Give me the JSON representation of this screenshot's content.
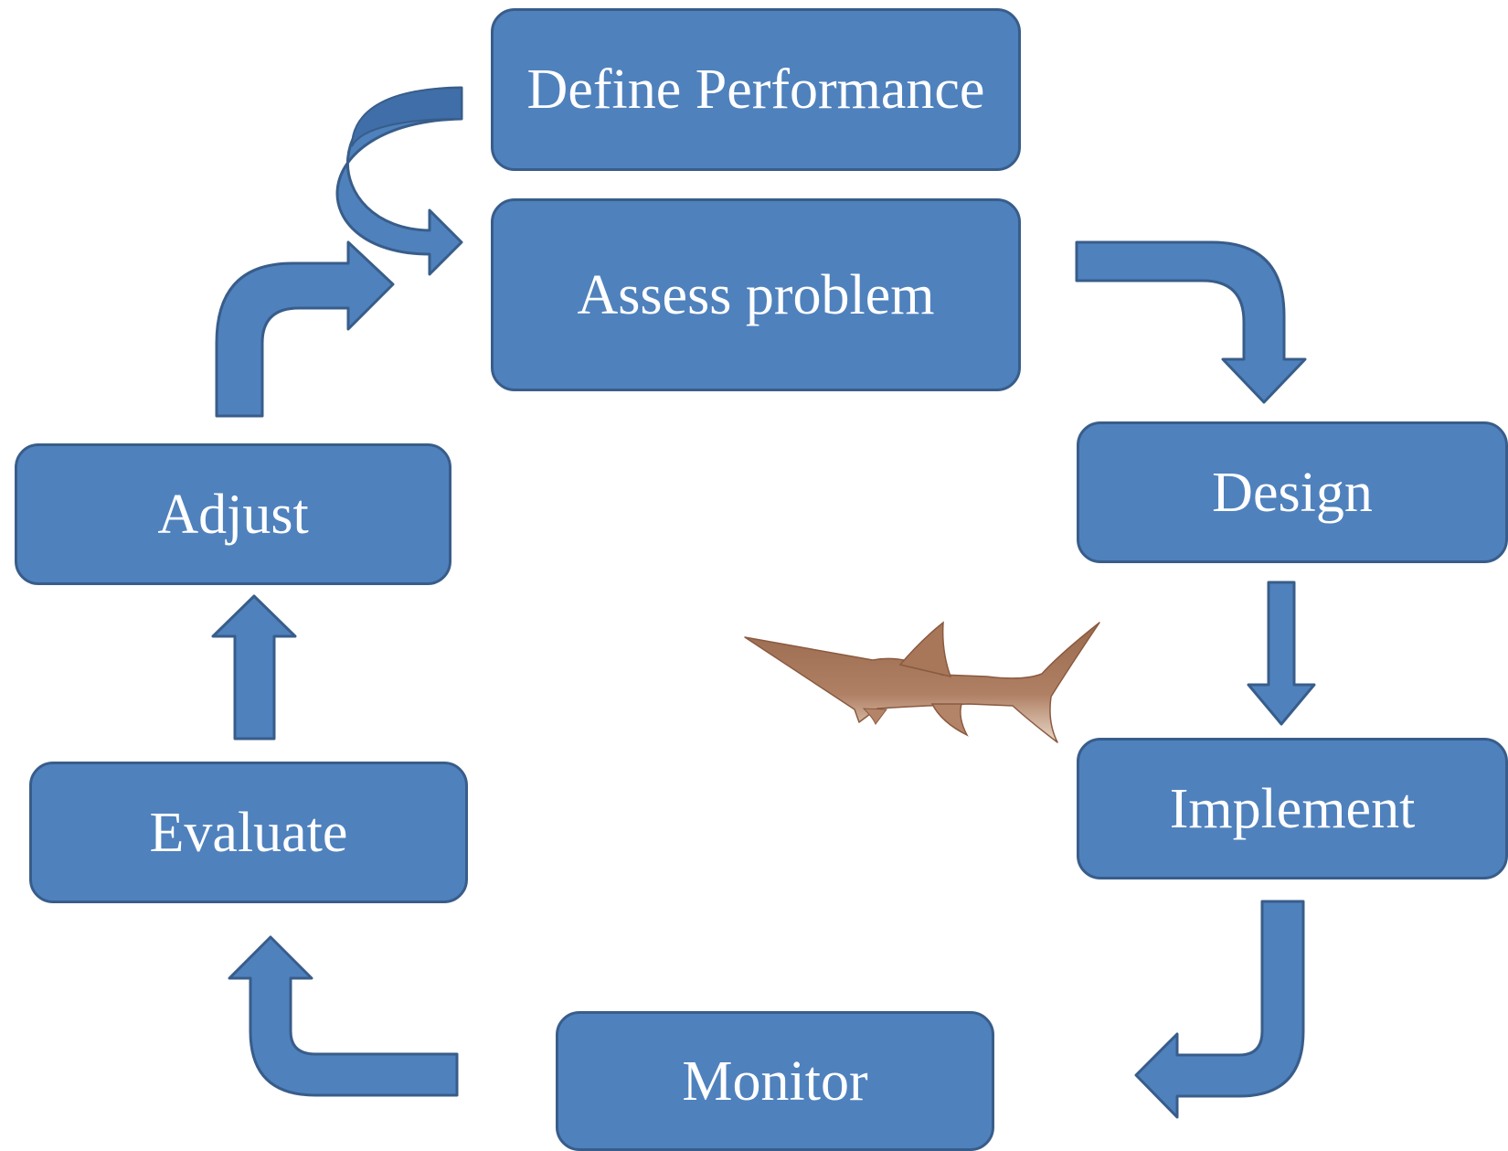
{
  "diagram": {
    "type": "cycle",
    "steps": [
      "Define Performance",
      "Assess problem",
      "Design",
      "Implement",
      "Monitor",
      "Evaluate",
      "Adjust"
    ]
  },
  "colors": {
    "box_fill": "#4f81bd",
    "box_border": "#385d8a",
    "text": "#ffffff"
  },
  "illustration": {
    "icon": "sawfish-illustration"
  }
}
